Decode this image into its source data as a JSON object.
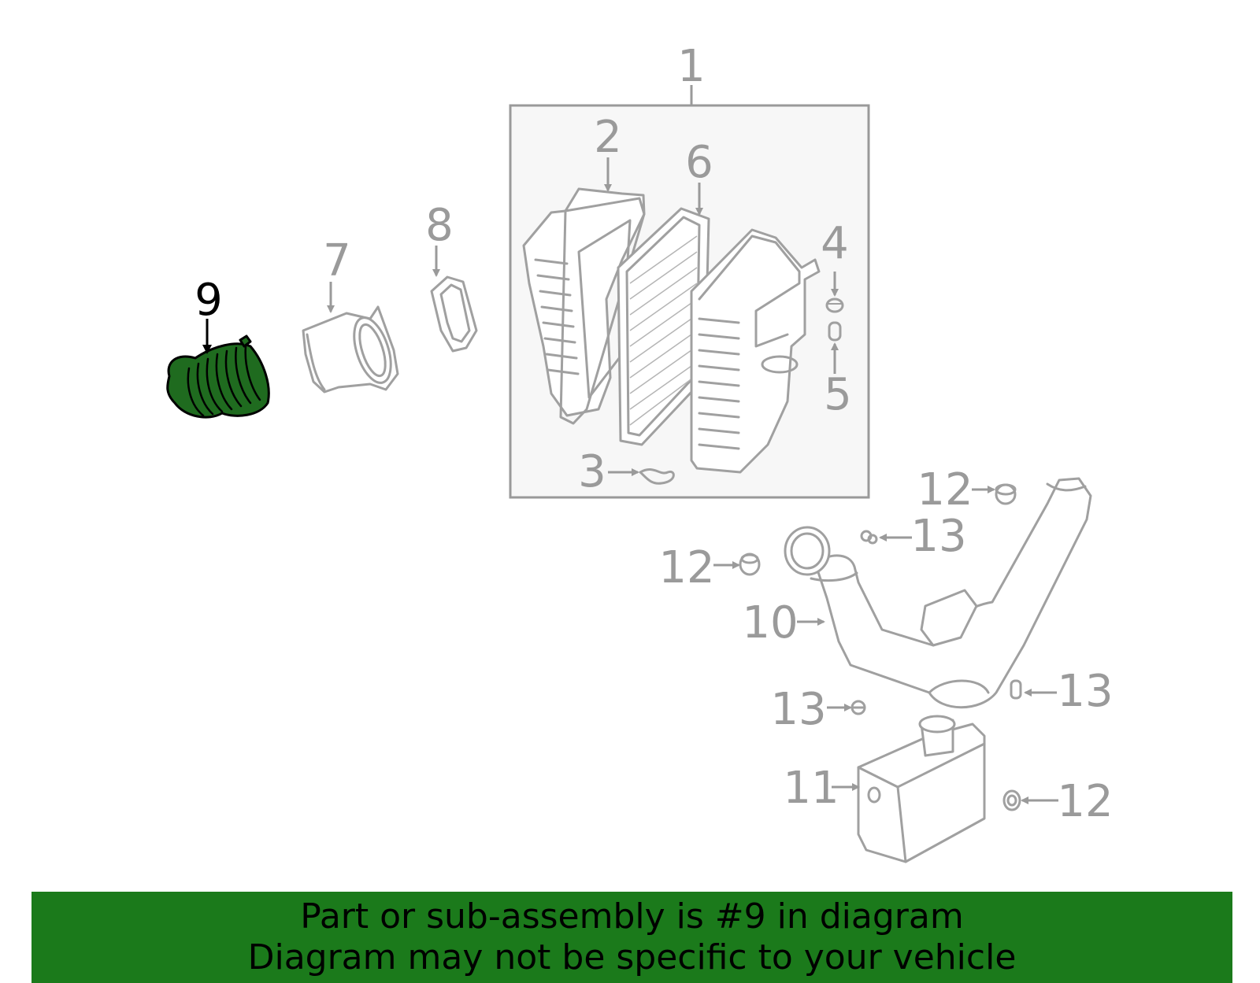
{
  "diagram": {
    "highlight_color": "#1f6b1f",
    "line_color": "#a0a0a0",
    "highlighted_part": "9",
    "callouts": {
      "c1": "1",
      "c2": "2",
      "c3": "3",
      "c4": "4",
      "c5": "5",
      "c6": "6",
      "c7": "7",
      "c8": "8",
      "c9": "9",
      "c10": "10",
      "c11": "11",
      "c12a": "12",
      "c12b": "12",
      "c12c": "12",
      "c13a": "13",
      "c13b": "13",
      "c13c": "13"
    }
  },
  "banner": {
    "background": "#1b7a1b",
    "line1": "Part or sub-assembly is #9 in diagram",
    "line2": "Diagram may not be specific to your vehicle"
  }
}
